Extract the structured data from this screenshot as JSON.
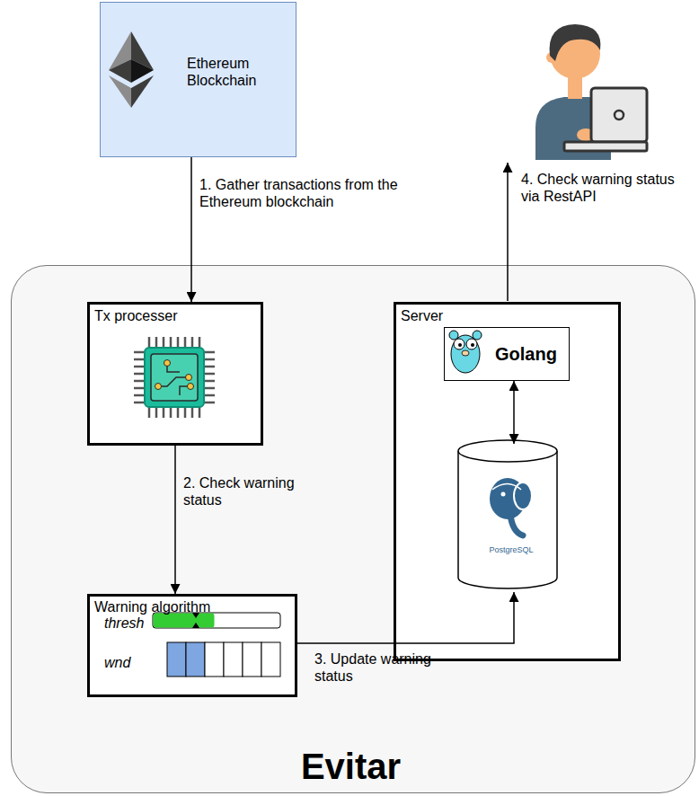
{
  "diagram": {
    "nodes": [
      {
        "text": [
          "Ethereum Blockchain"
        ]
      },
      {
        "text": [
          "Evitar"
        ]
      },
      {
        "text": [
          "Tx processer"
        ],
        "in": 1
      },
      {
        "text": [
          "Warning algorithm",
          "thresh",
          "wnd"
        ],
        "in": 1
      },
      {
        "text": [
          "Server"
        ],
        "in": 1
      },
      {
        "text": [
          "Golang"
        ],
        "in": 4
      },
      {
        "text": [
          "PostgreSQL"
        ],
        "in": 4
      }
    ],
    "edges": [
      {
        "from": 0,
        "to": 2,
        "arrow": "to",
        "label": "1. Gather transactions from the Ethereum blockchain"
      },
      {
        "from": 2,
        "to": 3,
        "arrow": "to",
        "label": "2. Check warning status"
      },
      {
        "from": 3,
        "to": 6,
        "arrow": "to",
        "label": "3. Update warning status"
      },
      {
        "from": 5,
        "to": 6,
        "arrow": "both"
      }
    ],
    "labels": [
      "4. Check warning status via RestAPI"
    ]
  }
}
